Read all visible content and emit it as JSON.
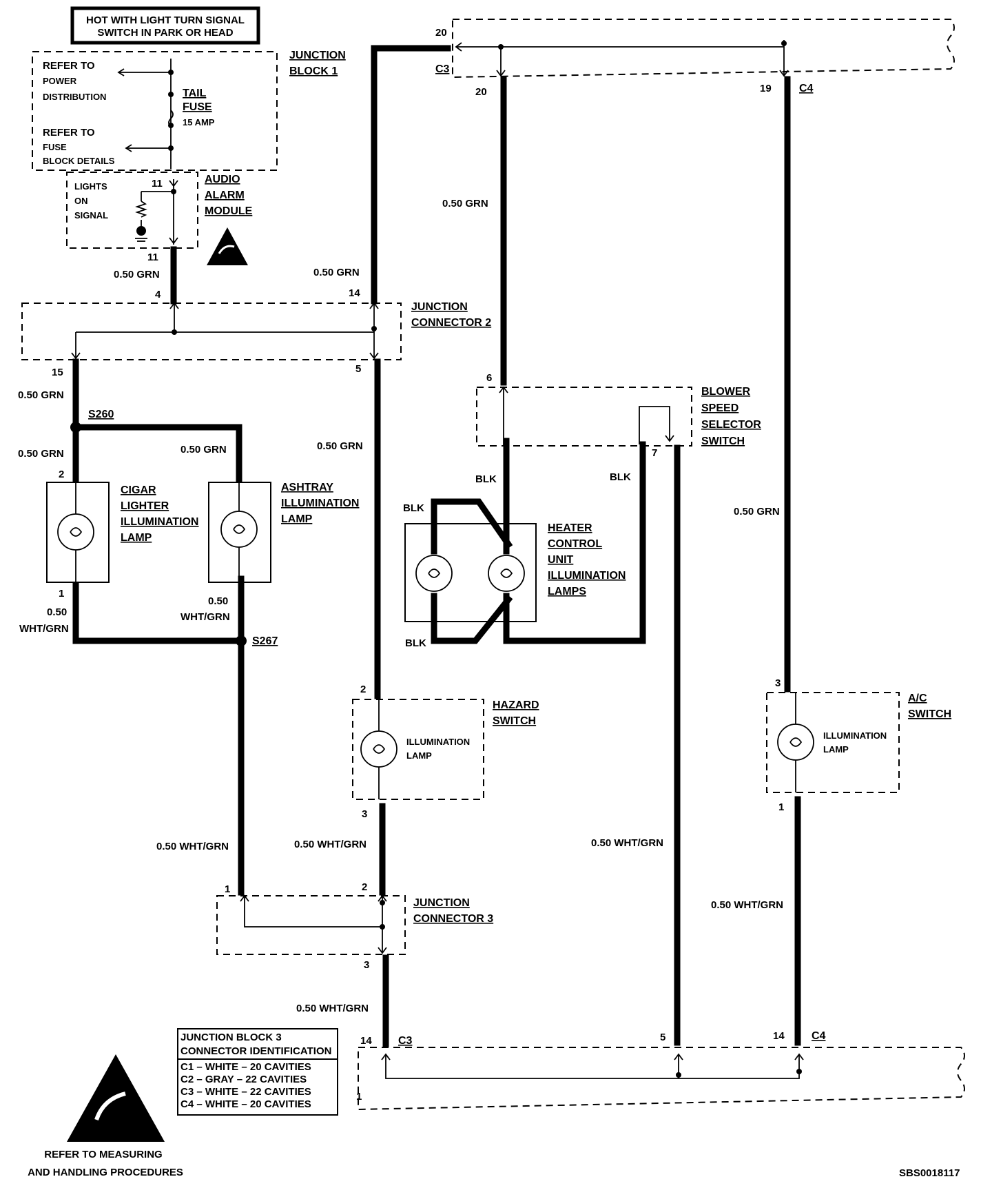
{
  "header_box": {
    "line1": "HOT WITH LIGHT TURN SIGNAL",
    "line2": "SWITCH IN PARK OR HEAD"
  },
  "junction_block_1": {
    "title_line1": "JUNCTION",
    "title_line2": "BLOCK 1",
    "refer1_line1": "REFER TO",
    "refer1_line2": "POWER",
    "refer1_line3": "DISTRIBUTION",
    "refer2_line1": "REFER TO",
    "refer2_line2": "FUSE",
    "refer2_line3": "BLOCK DETAILS",
    "fuse_line1": "TAIL",
    "fuse_line2": "FUSE",
    "fuse_line3": "15 AMP"
  },
  "audio_alarm_module": {
    "title_line1": "AUDIO",
    "title_line2": "ALARM",
    "title_line3": "MODULE",
    "signal_line1": "LIGHTS",
    "signal_line2": "ON",
    "signal_line3": "SIGNAL",
    "pin_top": "11",
    "pin_bottom": "11"
  },
  "junction_connector_2": {
    "title_line1": "JUNCTION",
    "title_line2": "CONNECTOR 2",
    "pin_4": "4",
    "pin_14": "14",
    "pin_15": "15",
    "pin_5": "5"
  },
  "junction_connector_3": {
    "title_line1": "JUNCTION",
    "title_line2": "CONNECTOR 3",
    "pin_1": "1",
    "pin_2": "2",
    "pin_3": "3"
  },
  "junction_block_3_top": {
    "pin_20_left": "20",
    "pin_20": "20",
    "pin_19": "19",
    "conn_c3": "C3",
    "conn_c4": "C4"
  },
  "junction_block_3_bottom": {
    "pin_14_left": "14",
    "conn_c3": "C3",
    "pin_5": "5",
    "pin_14_right": "14",
    "conn_c4": "C4",
    "pin_1": "1"
  },
  "blower_switch": {
    "title_line1": "BLOWER",
    "title_line2": "SPEED",
    "title_line3": "SELECTOR",
    "title_line4": "SWITCH",
    "pin_6": "6",
    "pin_7": "7"
  },
  "heater_control": {
    "title_line1": "HEATER",
    "title_line2": "CONTROL",
    "title_line3": "UNIT",
    "title_line4": "ILLUMINATION",
    "title_line5": "LAMPS"
  },
  "cigar_lighter": {
    "title_line1": "CIGAR",
    "title_line2": "LIGHTER",
    "title_line3": "ILLUMINATION",
    "title_line4": "LAMP",
    "pin_2": "2",
    "pin_1": "1"
  },
  "ashtray": {
    "title_line1": "ASHTRAY",
    "title_line2": "ILLUMINATION",
    "title_line3": "LAMP"
  },
  "hazard_switch": {
    "title_line1": "HAZARD",
    "title_line2": "SWITCH",
    "lamp_line1": "ILLUMINATION",
    "lamp_line2": "LAMP",
    "pin_2": "2",
    "pin_3": "3"
  },
  "ac_switch": {
    "title_line1": "A/C",
    "title_line2": "SWITCH",
    "lamp_line1": "ILLUMINATION",
    "lamp_line2": "LAMP",
    "pin_3": "3",
    "pin_1": "1"
  },
  "splices": {
    "s260": "S260",
    "s267": "S267"
  },
  "wire_labels": {
    "grn": "0.50 GRN",
    "wht_grn": "0.50 WHT/GRN",
    "wht_grn_a": "0.50",
    "wht_grn_b": "WHT/GRN",
    "blk": "BLK"
  },
  "connector_table": {
    "title_line1": "JUNCTION BLOCK 3",
    "title_line2": "CONNECTOR IDENTIFICATION",
    "rows": [
      "C1 – WHITE – 20 CAVITIES",
      "C2 – GRAY – 22 CAVITIES",
      "C3 – WHITE – 22 CAVITIES",
      "C4 – WHITE – 20 CAVITIES"
    ]
  },
  "esd_note": {
    "line1": "REFER TO  MEASURING",
    "line2": "AND HANDLING PROCEDURES"
  },
  "figure_id": "SBS0018117"
}
